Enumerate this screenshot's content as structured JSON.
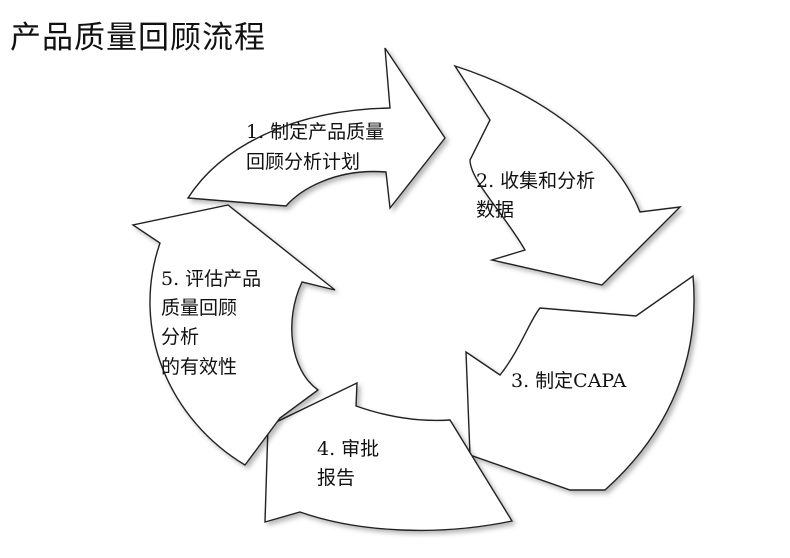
{
  "title": "产品质量回顾流程",
  "steps": [
    {
      "label_lines": [
        "1. 制定产品质量",
        "回顾分析计划"
      ]
    },
    {
      "label_lines": [
        "2. 收集和分析",
        "数据"
      ]
    },
    {
      "label_lines": [
        "3. 制定CAPA"
      ]
    },
    {
      "label_lines": [
        "4. 审批",
        "报告"
      ]
    },
    {
      "label_lines": [
        "5. 评估产品",
        "质量回顾",
        "分析",
        "的有效性"
      ]
    }
  ]
}
